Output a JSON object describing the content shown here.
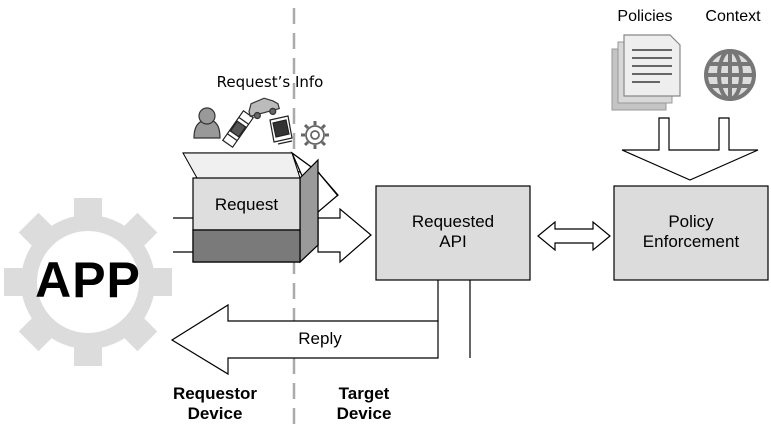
{
  "top_labels": {
    "policies": "Policies",
    "context": "Context"
  },
  "request_info_label": "Request’s Info",
  "request_box_label": "Request",
  "requested_api": {
    "line1": "Requested",
    "line2": "API"
  },
  "policy_enforcement": {
    "line1": "Policy",
    "line2": "Enforcement"
  },
  "app_label": "APP",
  "reply_label": "Reply",
  "requestor_device": {
    "line1": "Requestor",
    "line2": "Device"
  },
  "target_device": {
    "line1": "Target",
    "line2": "Device"
  },
  "icons": [
    "document-stack-icon",
    "globe-icon",
    "person-icon",
    "satellite-icon",
    "car-icon",
    "monitor-icon",
    "gear-icon",
    "app-gear-icon"
  ]
}
